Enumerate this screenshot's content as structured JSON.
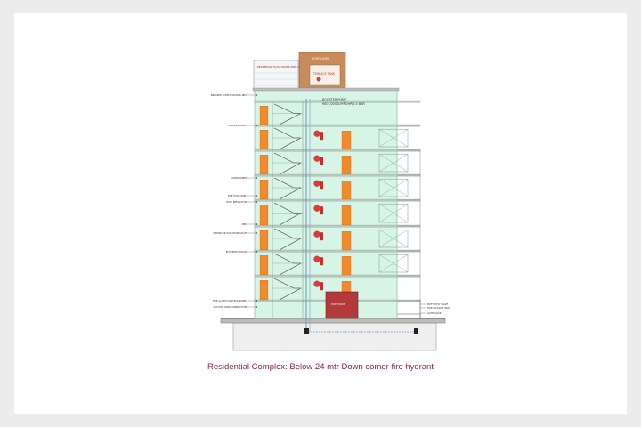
{
  "caption": "Residential Complex: Below 24 mtr Down comer fire hydrant",
  "diagram": {
    "terrace_tank_label": "RESIDENTIAL FLOOR WATER TANK CAPACITY",
    "pump_room_label": "ROOF LEVEL",
    "roof_tank_label": "TERRACE TANK",
    "booster_pump_label": "BOOSTER PUMP",
    "booster_pump_sub": "9001/2000LPM/2HP/3.5 BAR",
    "ground_unit_label": "PUMP ROOM",
    "left_labels": [
      "BREAKER SUPPLY VALVE & NRV",
      "LANDING VALVE",
      "DOWNCOMER",
      "FIRE HOSE REEL",
      "HOSE REEL DRUM",
      "NRV",
      "SPRINKLER ISOLATION VALVE",
      "BUTTERFLY VALVE",
      "FIRE ALARM CONTROL PANEL",
      "SUCTION TANK CONNECTION"
    ],
    "right_labels": [
      "BUTTERFLY VALVE",
      "FIRE BRIGADE INLET",
      "GATE VALVE"
    ],
    "colors": {
      "building_fill": "#d6f5e6",
      "building_stroke": "#8fb8a2",
      "door": "#f08a2c",
      "hydrant": "#e23a3a",
      "stair": "#707070",
      "pipe": "#7a9cc0",
      "ground": "#efefef",
      "caption": "#8a2432"
    }
  }
}
